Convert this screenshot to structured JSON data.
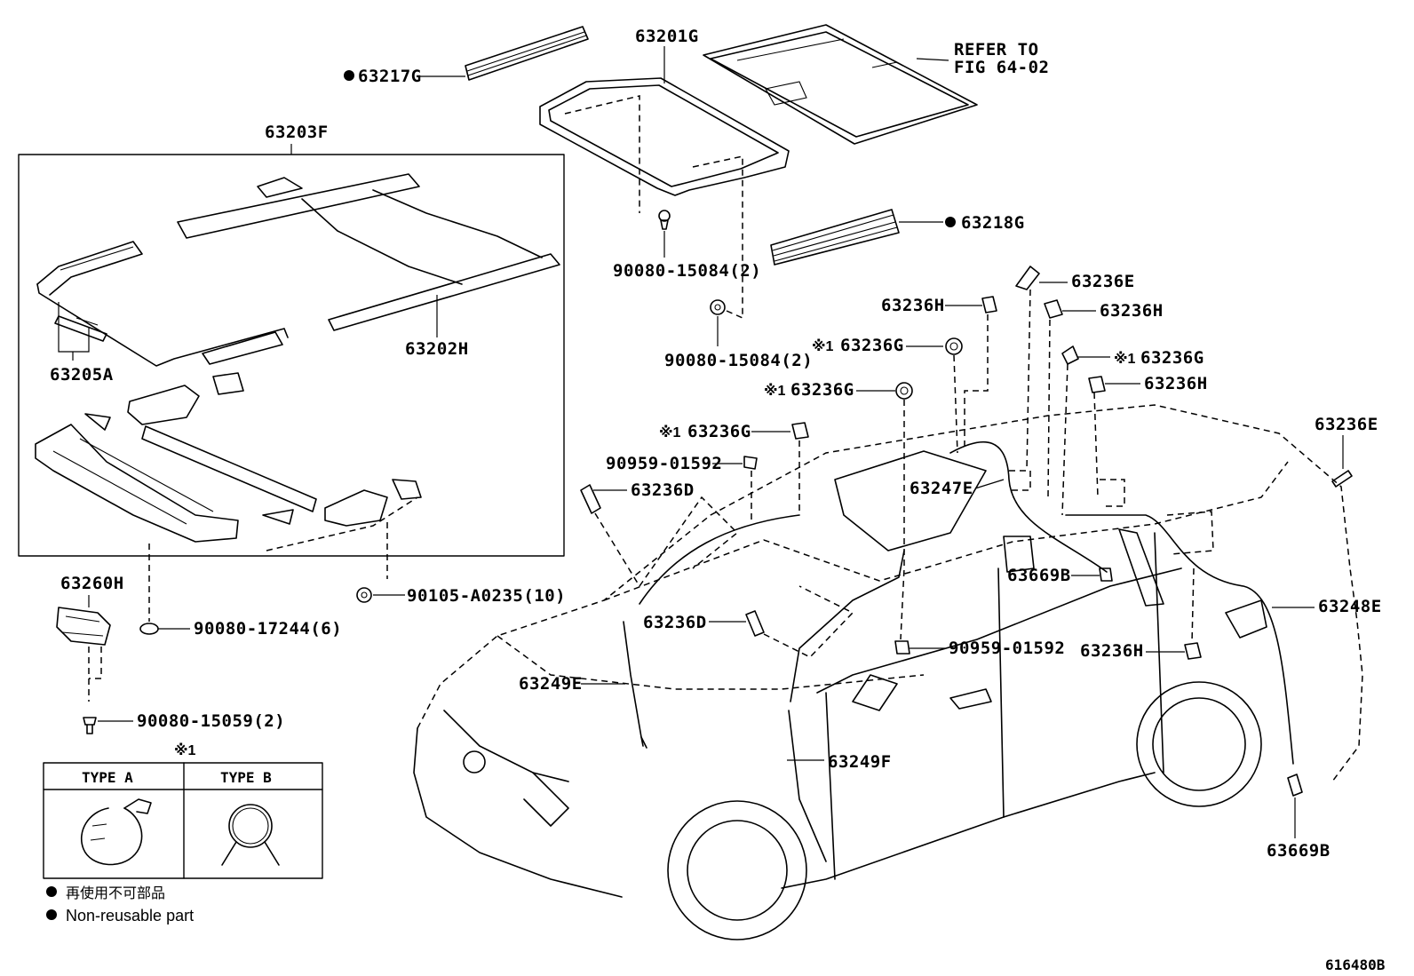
{
  "labels": {
    "p63201G": "63201G",
    "p63217G": "63217G",
    "p63218G": "63218G",
    "refer": [
      "REFER TO",
      "FIG 64-02"
    ],
    "p63203F": "63203F",
    "p63202H": "63202H",
    "p63205A": "63205A",
    "bolt_90080_15084_a": "90080-15084(2)",
    "bolt_90080_15084_b": "90080-15084(2)",
    "p63236E_top": "63236E",
    "p63236H_1": "63236H",
    "p63236H_2": "63236H",
    "p63236G_1": "63236G",
    "p63236G_2": "63236G",
    "p63236G_3": "63236G",
    "p63236G_4": "63236G",
    "p63236H_3": "63236H",
    "p63236E_right": "63236E",
    "p90959_01592_a": "90959-01592",
    "p63236D_1": "63236D",
    "p63247E": "63247E",
    "p63669B_1": "63669B",
    "p63260H": "63260H",
    "p90105": "90105-A0235(10)",
    "p90080_17244": "90080-17244(6)",
    "p63236D_2": "63236D",
    "p90959_01592_b": "90959-01592",
    "p63248E": "63248E",
    "p63236H_4": "63236H",
    "p63249E": "63249E",
    "p90080_15059": "90080-15059(2)",
    "p63249F": "63249F",
    "p63669B_2": "63669B"
  },
  "note_mark": "※1",
  "ref_mark": "※1",
  "type_table": {
    "type_a": "TYPE  A",
    "type_b": "TYPE  B"
  },
  "legend": {
    "bullet": "●",
    "jp": "再使用不可部品",
    "en": "Non-reusable part"
  },
  "figure_id": "616480B"
}
